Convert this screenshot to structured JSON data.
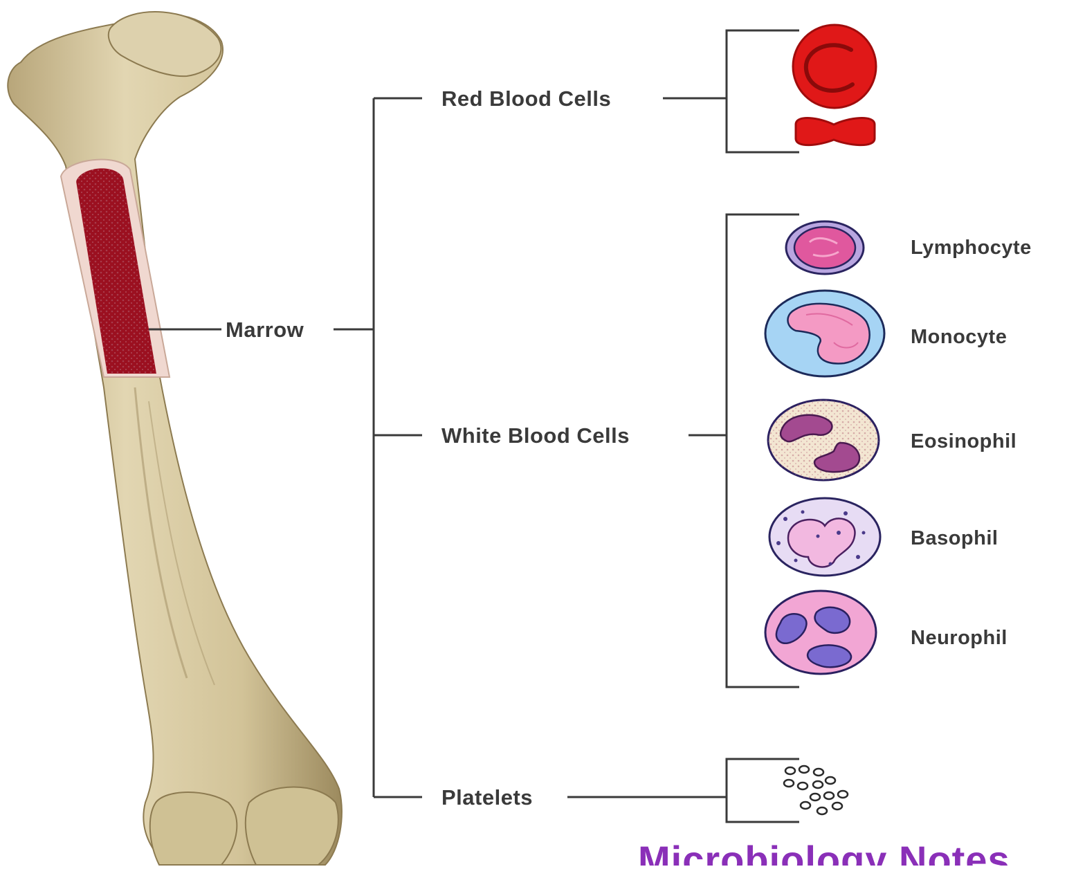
{
  "colors": {
    "bone": "#d8cba4",
    "bone_shadow": "#a8966c",
    "marrow": "#9b1020",
    "rbc": "#e01818",
    "watermark": "#8a2fb8"
  },
  "labels": {
    "marrow": "Marrow",
    "red_blood_cells": "Red Blood Cells",
    "white_blood_cells": "White Blood Cells",
    "platelets": "Platelets"
  },
  "white_cells": [
    {
      "name": "Lymphocyte",
      "icon": "lymphocyte-icon"
    },
    {
      "name": "Monocyte",
      "icon": "monocyte-icon"
    },
    {
      "name": "Eosinophil",
      "icon": "eosinophil-icon"
    },
    {
      "name": "Basophil",
      "icon": "basophil-icon"
    },
    {
      "name": "Neurophil",
      "icon": "neutrophil-icon"
    }
  ],
  "watermark": "Microbiology Notes"
}
